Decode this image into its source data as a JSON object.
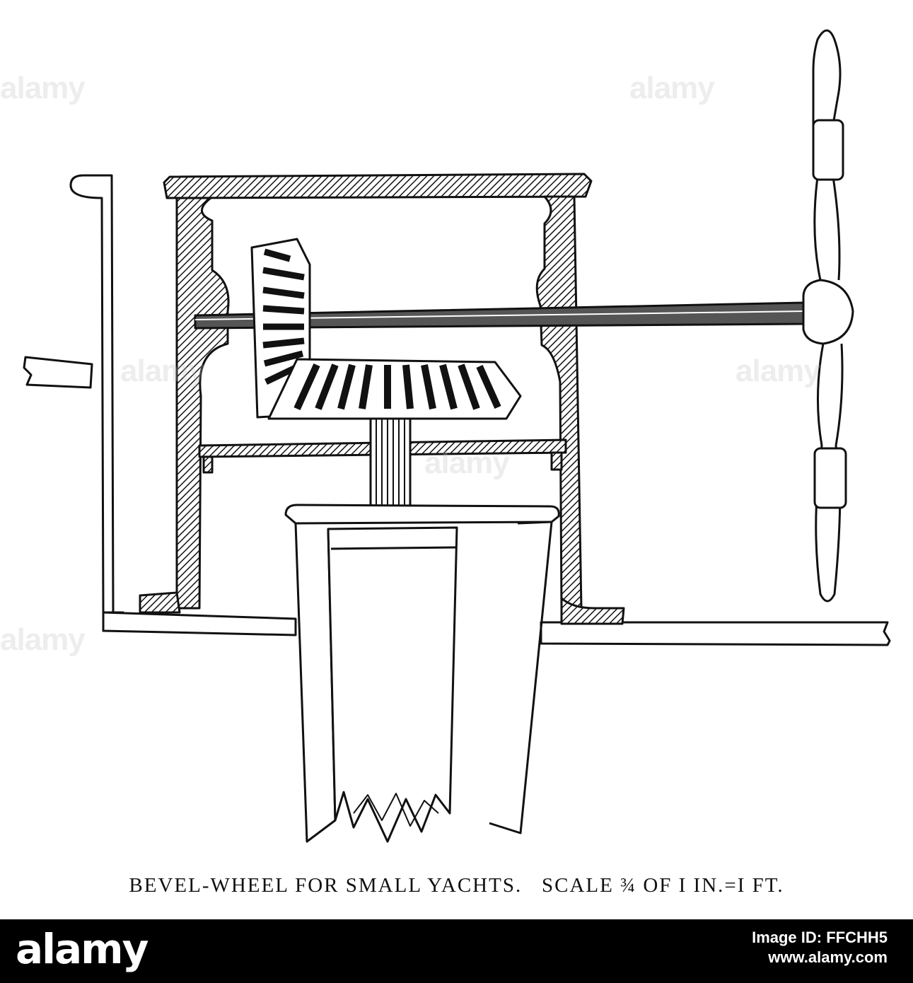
{
  "caption": {
    "part1": "BEVEL-WHEEL FOR SMALL YACHTS.",
    "scale_label": "SCALE",
    "fraction": "¾",
    "part2": "OF I IN.=I FT."
  },
  "watermark": "alamy",
  "footer": {
    "logo": "alamy",
    "image_id": "Image ID: FFCHH5",
    "site": "www.alamy.com"
  },
  "colors": {
    "ink": "#111111",
    "footer_bg": "#000000"
  }
}
